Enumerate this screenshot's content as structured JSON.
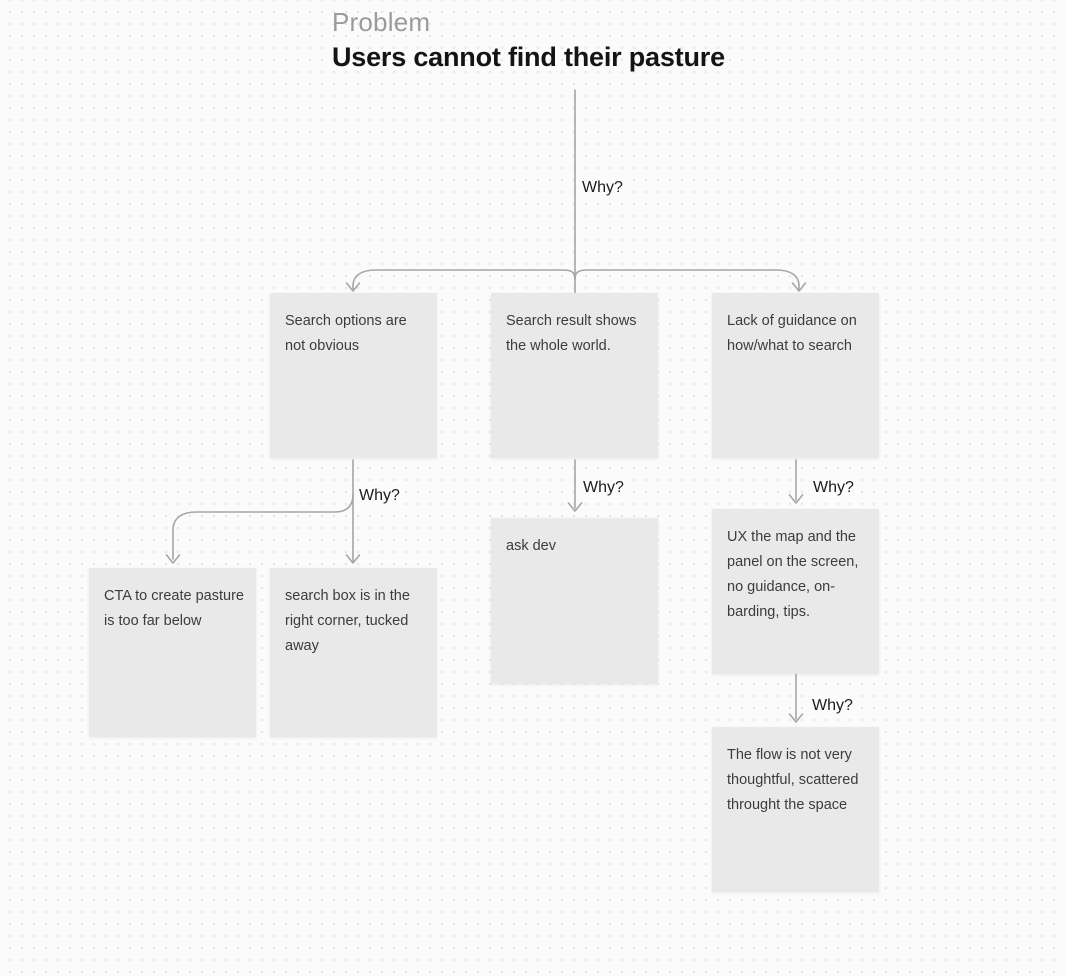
{
  "header": {
    "eyebrow": "Problem",
    "title": "Users cannot find their pasture"
  },
  "connector_labels": [
    "Why?",
    "Why?",
    "Why?",
    "Why?",
    "Why?"
  ],
  "notes": [
    {
      "id": "note-1",
      "text": "Search options are not obvious"
    },
    {
      "id": "note-2",
      "text": "Search result shows the whole world."
    },
    {
      "id": "note-3",
      "text": "Lack of guidance on how/what to search"
    },
    {
      "id": "note-4",
      "text": "CTA to create pasture is too far below"
    },
    {
      "id": "note-5",
      "text": "search box is in the right corner, tucked away"
    },
    {
      "id": "note-6",
      "text": "ask dev"
    },
    {
      "id": "note-7",
      "text": "UX the map and the panel on the screen, no guidance, on-barding, tips."
    },
    {
      "id": "note-8",
      "text": "The flow is not very thoughtful, scattered throught the space"
    }
  ],
  "colors": {
    "canvas_bg": "#fbfbfb",
    "dot": "#e5e5e5",
    "note_fill": "#e9e9e9",
    "note_text": "#3c3c3c",
    "connector": "#a6a6a6",
    "eyebrow_text": "#9b9b9b",
    "title_text": "#141414"
  }
}
